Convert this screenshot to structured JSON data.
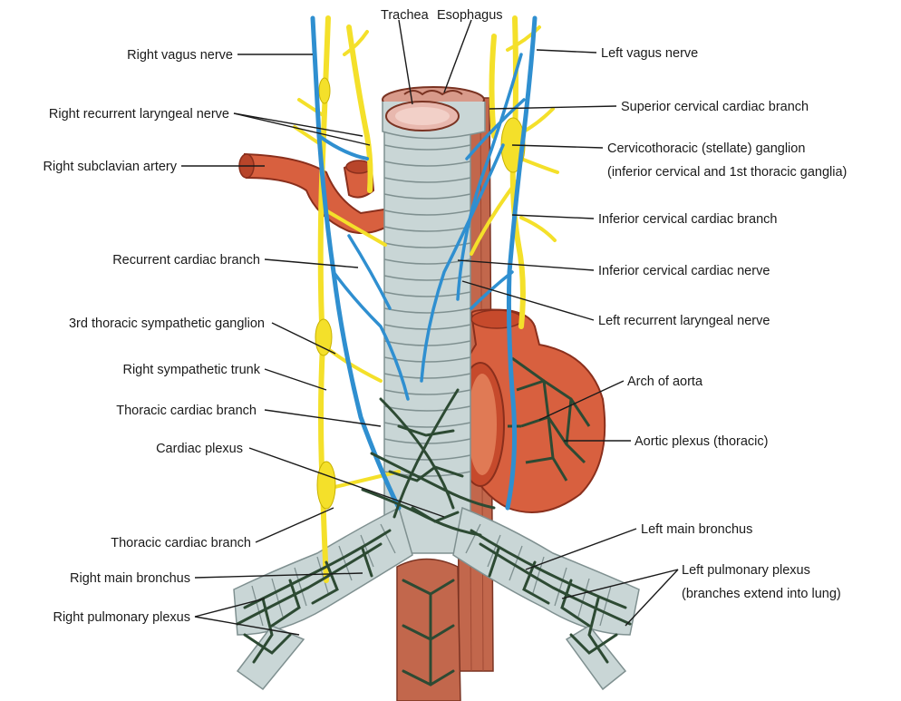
{
  "labels": {
    "trachea": "Trachea",
    "esophagus": "Esophagus",
    "right_vagus_nerve": "Right vagus nerve",
    "right_recurrent_laryngeal_nerve": "Right recurrent laryngeal nerve",
    "right_subclavian_artery": "Right subclavian artery",
    "recurrent_cardiac_branch": "Recurrent cardiac branch",
    "third_thoracic_sympathetic_ganglion": "3rd thoracic sympathetic ganglion",
    "right_sympathetic_trunk": "Right sympathetic trunk",
    "thoracic_cardiac_branch_upper": "Thoracic cardiac branch",
    "cardiac_plexus": "Cardiac plexus",
    "thoracic_cardiac_branch_lower": "Thoracic cardiac branch",
    "right_main_bronchus": "Right main bronchus",
    "right_pulmonary_plexus": "Right pulmonary plexus",
    "left_vagus_nerve": "Left vagus nerve",
    "superior_cervical_cardiac_branch": "Superior cervical cardiac branch",
    "cervicothoracic_ganglion_line1": "Cervicothoracic (stellate) ganglion",
    "cervicothoracic_ganglion_line2": "(inferior cervical and 1st thoracic ganglia)",
    "inferior_cervical_cardiac_branch": "Inferior cervical cardiac branch",
    "inferior_cervical_cardiac_nerve": "Inferior cervical cardiac nerve",
    "left_recurrent_laryngeal_nerve": "Left recurrent laryngeal nerve",
    "arch_of_aorta": "Arch of aorta",
    "aortic_plexus": "Aortic plexus (thoracic)",
    "left_main_bronchus": "Left main bronchus",
    "left_pulmonary_plexus_line1": "Left pulmonary plexus",
    "left_pulmonary_plexus_line2": "(branches extend into lung)"
  },
  "colors": {
    "nerve_yellow": "#f4e02a",
    "vagus_blue": "#2f8fd0",
    "plexus_green": "#2d4a33",
    "vessel_red": "#d8603f",
    "vessel_dark": "#9c3a22",
    "airway_gray": "#c9d6d6",
    "airway_ring": "#7f9090",
    "esophagus": "#c2674c"
  }
}
